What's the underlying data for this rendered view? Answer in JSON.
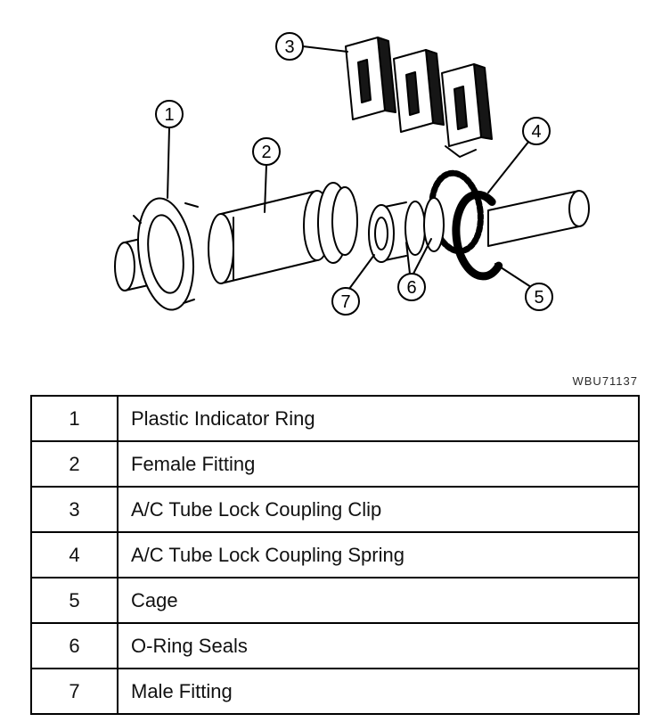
{
  "figure": {
    "code": "WBU71137",
    "ink_color": "#000000",
    "background_color": "#ffffff",
    "callouts": [
      "1",
      "2",
      "3",
      "4",
      "5",
      "6",
      "7"
    ]
  },
  "table": {
    "rows": [
      {
        "num": "1",
        "desc": "Plastic Indicator Ring"
      },
      {
        "num": "2",
        "desc": "Female Fitting"
      },
      {
        "num": "3",
        "desc": "A/C Tube Lock Coupling Clip"
      },
      {
        "num": "4",
        "desc": "A/C Tube Lock Coupling Spring"
      },
      {
        "num": "5",
        "desc": "Cage"
      },
      {
        "num": "6",
        "desc": "O-Ring Seals"
      },
      {
        "num": "7",
        "desc": "Male Fitting"
      }
    ]
  }
}
